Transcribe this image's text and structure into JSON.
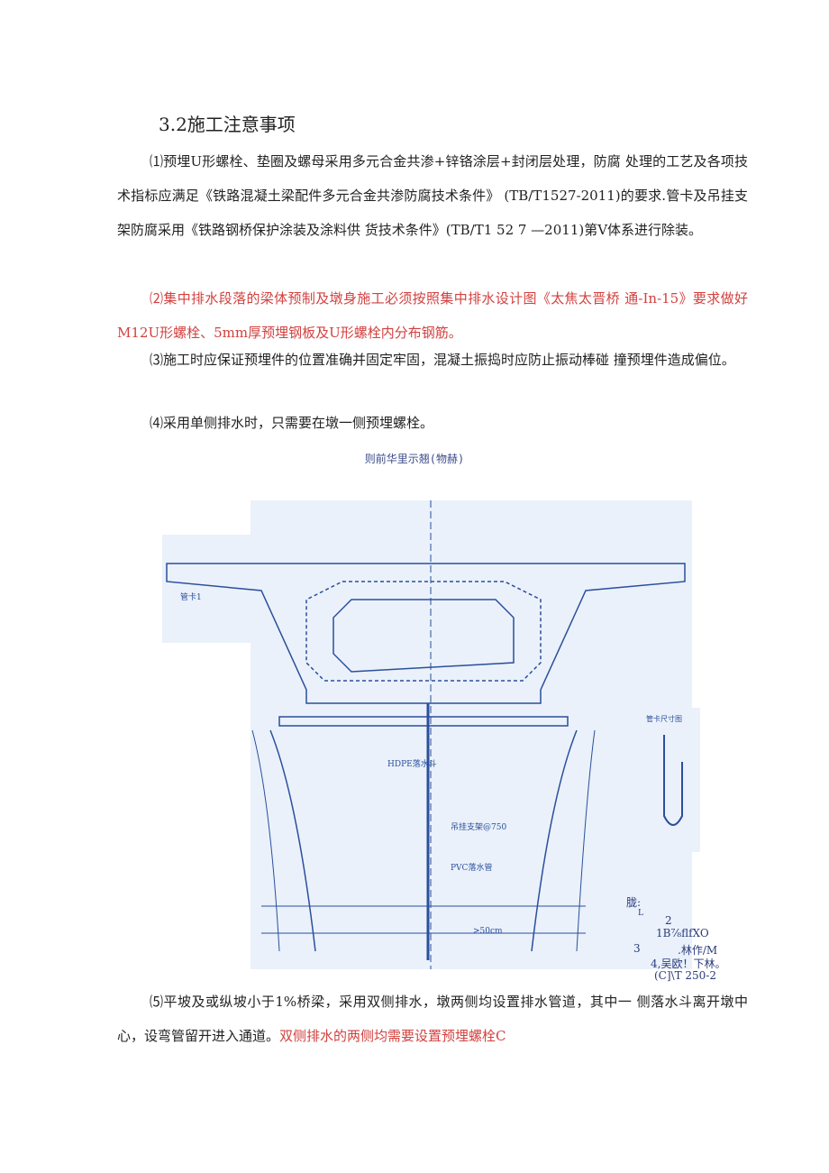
{
  "heading": "3.2施工注意事项",
  "paragraphs": {
    "p1": "⑴预埋U形螺栓、垫圈及螺母采用多元合金共渗+锌铬涂层+封闭层处理，防腐 处理的工艺及各项技术指标应满足《铁路混凝土梁配件多元合金共渗防腐技术条件》 (TB/T1527-2011)的要求.管卡及吊挂支架防腐采用《铁路钢桥保护涂装及涂料供 货技术条件》(TB/T1 52 7 —2011)第V体系进行除装。",
    "p2": "⑵集中排水段落的梁体预制及墩身施工必须按照集中排水设计图《太焦太晋桥 通-In-15》要求做好M12U形螺栓、5mm厚预埋钢板及U形螺栓内分布钢筋。",
    "p3": "⑶施工时应保证预埋件的位置准确并固定牢固，混凝土振捣时应防止振动棒碰 撞预埋件造成偏位。",
    "p4": "⑷采用单侧排水时，只需要在墩一侧预埋螺栓。",
    "p5a": "⑸平坡及或纵坡小于1%桥梁，采用双侧排水，墩两侧均设置排水管道，其中一 侧落水斗离开墩中心，设弯管留开进入通道。",
    "p5b": "双侧排水的两侧均需要设置预埋螺栓C"
  },
  "figure": {
    "caption": "则前华里示翘(物赫)",
    "labels": {
      "hdpe": "HDPE落水斗",
      "pvc": "PVC落水管",
      "support": "吊挂支架@750",
      "dim": ">50cm",
      "pipe": "管卡1",
      "detail": "管卡尺寸图"
    },
    "notes": [
      "胧:",
      "L",
      "2",
      "1B⅞flfXO",
      "3",
      ".林作/M",
      "4,吴欧！下林。",
      "(C]\\T 250-2"
    ]
  },
  "colors": {
    "text": "#222222",
    "highlight": "#d2413f",
    "drawing": "#2a4f9a",
    "paper": "#eaf1fb"
  }
}
